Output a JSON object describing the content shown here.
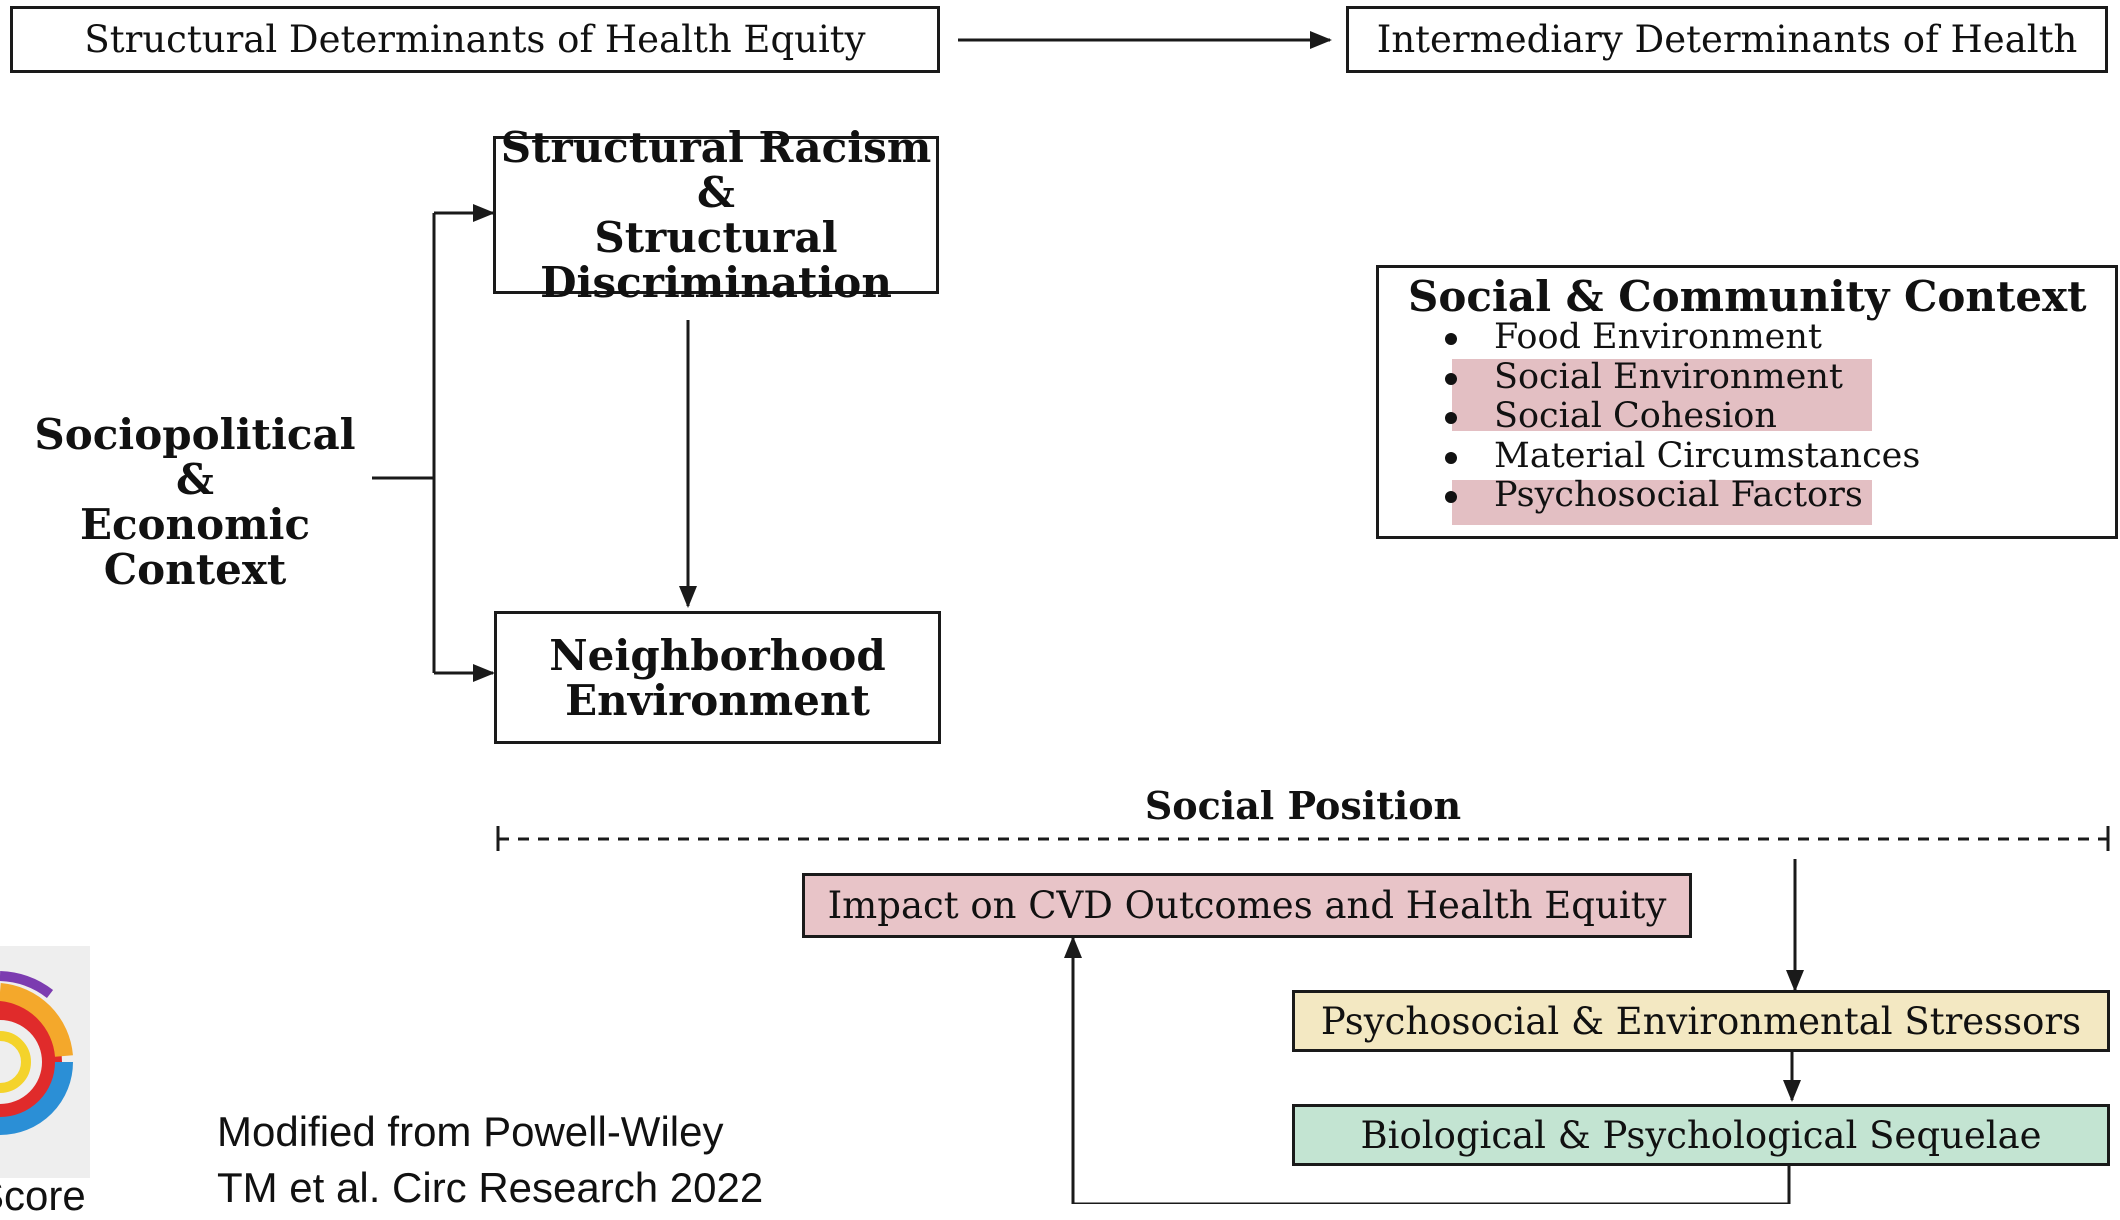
{
  "header": {
    "left": "Structural Determinants of Health Equity",
    "right": "Intermediary Determinants of Health"
  },
  "sociopolitical": {
    "lines": [
      "Sociopolitical &",
      "Economic",
      "Context"
    ]
  },
  "structural_racism": {
    "lines": [
      "Structural Racism &",
      "Structural",
      "Discrimination"
    ]
  },
  "neighborhood": {
    "lines": [
      "Neighborhood",
      "Environment"
    ]
  },
  "social_community": {
    "title": "Social & Community Context",
    "items": [
      {
        "label": "Food Environment",
        "highlighted": false
      },
      {
        "label": "Social Environment",
        "highlighted": true
      },
      {
        "label": "Social Cohesion",
        "highlighted": true
      },
      {
        "label": "Material Circumstances",
        "highlighted": false
      },
      {
        "label": "Psychosocial Factors",
        "highlighted": true
      }
    ]
  },
  "social_position": {
    "label": "Social Position"
  },
  "outcome_boxes": {
    "cvd": "Impact on CVD Outcomes and Health Equity",
    "stressors": "Psychosocial & Environmental Stressors",
    "sequelae": "Biological & Psychological Sequelae"
  },
  "colors": {
    "highlight": "#e3bfc3",
    "cvd_fill": "#e8c4c8",
    "stressors_fill": "#f3e8c2",
    "sequelae_fill": "#c3e4d2"
  },
  "caption": {
    "lines": [
      "Modified from Powell-Wiley",
      "TM et al. Circ Research 2022"
    ]
  },
  "badge": {
    "label": "Score"
  }
}
